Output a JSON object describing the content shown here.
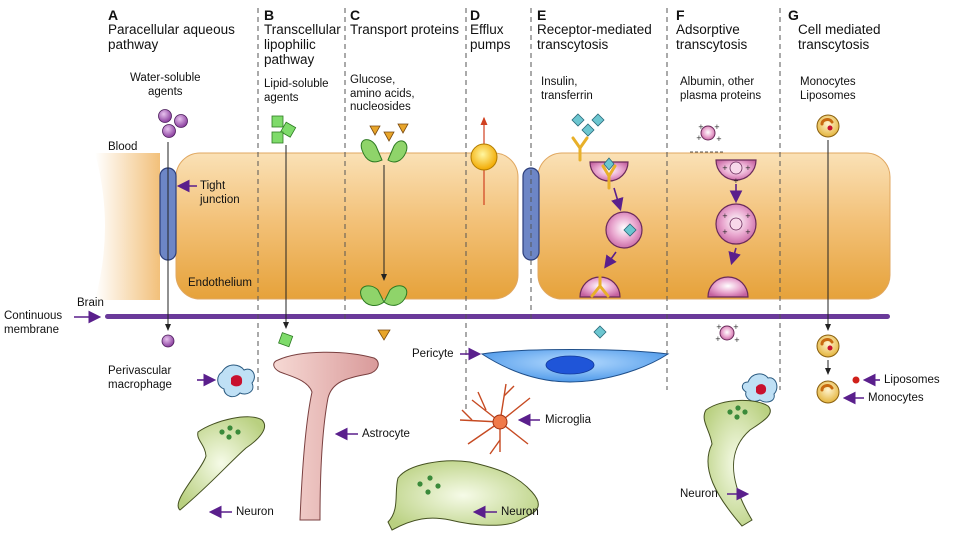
{
  "panels": [
    {
      "letter": "A",
      "title": "Paracellular aqueous\npathway",
      "agent": "Water-soluble\nagents"
    },
    {
      "letter": "B",
      "title": "Transcellular\nlipophilic\npathway",
      "agent": "Lipid-soluble\nagents"
    },
    {
      "letter": "C",
      "title": "Transport proteins",
      "agent": "Glucose,\namino acids,\nnucleosides"
    },
    {
      "letter": "D",
      "title": "Efflux\npumps",
      "agent": ""
    },
    {
      "letter": "E",
      "title": "Receptor-mediated\ntranscytosis",
      "agent": "Insulin,\ntransferrin"
    },
    {
      "letter": "F",
      "title": "Adsorptive\ntranscytosis",
      "agent": "Albumin, other\nplasma proteins"
    },
    {
      "letter": "G",
      "title": "Cell mediated\ntranscytosis",
      "agent": "Monocytes\nLiposomes"
    }
  ],
  "labels": {
    "blood": "Blood",
    "brain": "Brain",
    "tight_junction": "Tight\njunction",
    "endothelium": "Endothelium",
    "continuous_membrane": "Continuous\nmembrane",
    "perivascular_macrophage": "Perivascular\nmacrophage",
    "astrocyte": "Astrocyte",
    "pericyte": "Pericyte",
    "microglia": "Microglia",
    "neuron_left": "Neuron",
    "neuron_center": "Neuron",
    "neuron_right": "Neuron",
    "liposomes": "Liposomes",
    "monocytes": "Monocytes"
  },
  "colors": {
    "endothelium_top": "#f8d9a6",
    "endothelium_bottom": "#e8a83c",
    "membrane": "#6a3a9a",
    "arrow": "#5a1f8c",
    "vesicle": "#d889b8",
    "transporter": "#8fd46a",
    "neuron": "#cfe0a0",
    "astrocyte": "#e8b8b8",
    "pericyte": "#56a8f0",
    "microglia": "#e0653c",
    "efflux_pump": "#f7c21a"
  }
}
